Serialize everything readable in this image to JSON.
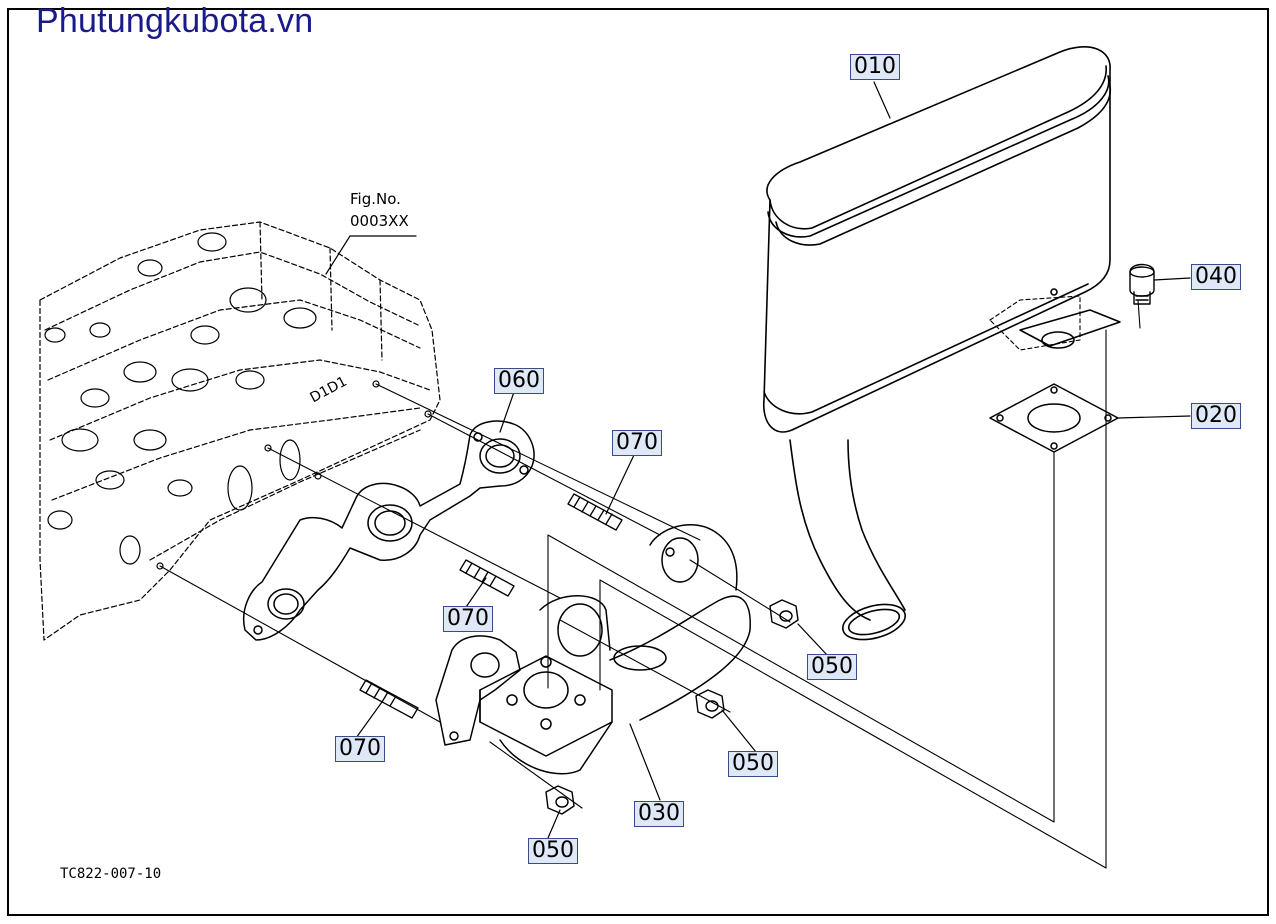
{
  "brand": "Phutungkubota.vn",
  "figure_ref": {
    "line1": "Fig.No.",
    "line2": "0003XX"
  },
  "drawing_code": "TC822-007-10",
  "head_marking": "D1D1",
  "callouts": {
    "p010": "010",
    "p020": "020",
    "p030": "030",
    "p040": "040",
    "p050a": "050",
    "p050b": "050",
    "p050c": "050",
    "p060": "060",
    "p070a": "070",
    "p070b": "070",
    "p070c": "070"
  },
  "colors": {
    "brand": "#1a1a8c",
    "callout_fill": "#dfe8f6",
    "callout_border": "#3a4a8a"
  }
}
